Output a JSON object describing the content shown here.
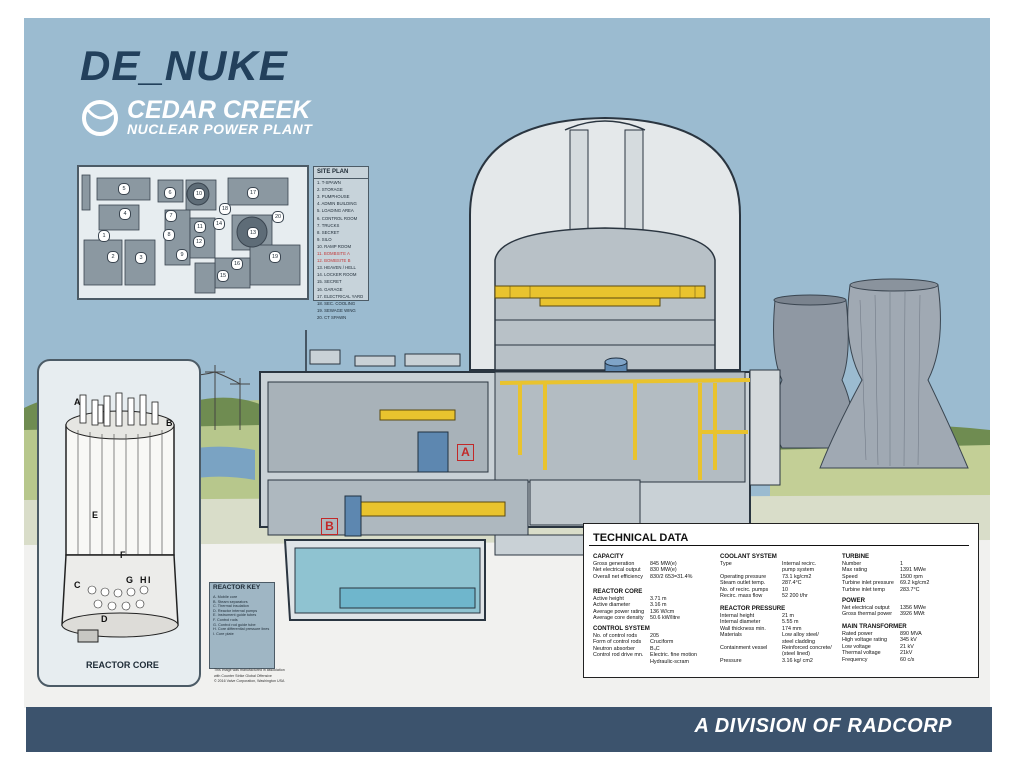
{
  "header": {
    "title": "DE_NUKE",
    "plant_name": "CEDAR CREEK",
    "plant_subtitle": "NUCLEAR POWER PLANT"
  },
  "site_plan": {
    "title": "SITE PLAN",
    "items": [
      {
        "label": "1. T-SPAWN",
        "highlight": false
      },
      {
        "label": "2. STORAGE",
        "highlight": false
      },
      {
        "label": "3. PUMPHOUSE",
        "highlight": false
      },
      {
        "label": "4. ADMIN BUILDING",
        "highlight": false
      },
      {
        "label": "5. LOADING AREA",
        "highlight": false
      },
      {
        "label": "6. CONTROL ROOM",
        "highlight": false
      },
      {
        "label": "7. TRUCKS",
        "highlight": false
      },
      {
        "label": "8. SECRET",
        "highlight": false
      },
      {
        "label": "9. SILO",
        "highlight": false
      },
      {
        "label": "10. RAMP ROOM",
        "highlight": false
      },
      {
        "label": "11. BOMBSITE A",
        "highlight": true
      },
      {
        "label": "12. BOMBSITE B",
        "highlight": true
      },
      {
        "label": "13. HEAVEN / HELL",
        "highlight": false
      },
      {
        "label": "14. LOCKER ROOM",
        "highlight": false
      },
      {
        "label": "15. SECRET",
        "highlight": false
      },
      {
        "label": "16. GARAGE",
        "highlight": false
      },
      {
        "label": "17. ELECTRICAL YARD",
        "highlight": false
      },
      {
        "label": "18. SEC. COOLING",
        "highlight": false
      },
      {
        "label": "19. SEWAGE WING",
        "highlight": false
      },
      {
        "label": "20. CT SPAWN",
        "highlight": false
      }
    ],
    "map_numbers": [
      "1",
      "2",
      "3",
      "4",
      "5",
      "6",
      "7",
      "8",
      "9",
      "10",
      "11",
      "12",
      "13",
      "14",
      "15",
      "16",
      "17",
      "18",
      "19",
      "20"
    ]
  },
  "reactor_core": {
    "label": "REACTOR CORE",
    "letters": [
      "A",
      "B",
      "C",
      "D",
      "E",
      "F",
      "G",
      "H",
      "I"
    ]
  },
  "reactor_key": {
    "title": "REACTOR KEY",
    "items": [
      "A. Mobile core",
      "B. Steam separators",
      "C. Thermal insulation",
      "D. Reactor internal pumps",
      "E. Instrument guide tubes",
      "F. Control rods",
      "G. Control rod guide tube",
      "H. Core differential pressure lines",
      "I. Core plate"
    ]
  },
  "building_markers": {
    "a": "A",
    "b": "B"
  },
  "credit_lines": [
    "This image was manufactured in association",
    "with Counter Strike Global Offensive",
    "© 2016 Valve Corporation, Washington USA"
  ],
  "technical": {
    "title": "TECHNICAL DATA",
    "capacity": {
      "title": "CAPACITY",
      "rows": [
        {
          "k": "Gross generation",
          "v": "845 MW(e)"
        },
        {
          "k": "Net electrical output",
          "v": "830 MW(e)"
        },
        {
          "k": "Overall net efficiency",
          "v": "830/2 653=31.4%"
        }
      ]
    },
    "reactor_core": {
      "title": "REACTOR CORE",
      "rows": [
        {
          "k": "Active height",
          "v": "3.71 m"
        },
        {
          "k": "Active diameter",
          "v": "3.16 m"
        },
        {
          "k": "Average power rating",
          "v": "136 W/cm"
        },
        {
          "k": "Average core density",
          "v": "50.6 kW/litre"
        }
      ]
    },
    "control_system": {
      "title": "CONTROL SYSTEM",
      "rows": [
        {
          "k": "No. of control rods",
          "v": "205"
        },
        {
          "k": "Form of control rods",
          "v": "Cruciform"
        },
        {
          "k": "Neutron absorber",
          "v": "B₄C"
        },
        {
          "k": "Control rod drive mn.",
          "v": "Electric. fine motion"
        },
        {
          "k": "",
          "v": "Hydraulic-scram"
        }
      ]
    },
    "coolant_system": {
      "title": "COOLANT SYSTEM",
      "rows": [
        {
          "k": "Type",
          "v": "Internal recirc."
        },
        {
          "k": "",
          "v": "pump system"
        },
        {
          "k": "Operating pressure",
          "v": "73.1 kg/cm2"
        },
        {
          "k": "Steam outlet temp.",
          "v": "287.4°C"
        },
        {
          "k": "No. of recirc. pumps",
          "v": "10"
        },
        {
          "k": "Recirc. mass flow",
          "v": "52 200 t/hr"
        }
      ]
    },
    "reactor_pressure": {
      "title": "REACTOR PRESSURE",
      "rows": [
        {
          "k": "Internal height",
          "v": "21 m"
        },
        {
          "k": "Internal diameter",
          "v": "5.55 m"
        },
        {
          "k": "Wall thickness min.",
          "v": "174 mm"
        },
        {
          "k": "Materials",
          "v": "Low alloy steel/"
        },
        {
          "k": "",
          "v": "steel cladding"
        },
        {
          "k": "Containment vessel",
          "v": "Reinforced concrete/"
        },
        {
          "k": "",
          "v": "(steel lined)"
        },
        {
          "k": "Pressure",
          "v": "3.16 kg/ cm2"
        }
      ]
    },
    "turbine": {
      "title": "TURBINE",
      "rows": [
        {
          "k": "Number",
          "v": "1"
        },
        {
          "k": "Max rating",
          "v": "1391 MWe"
        },
        {
          "k": "Speed",
          "v": "1500 rpm"
        },
        {
          "k": "Turbine inlet pressure",
          "v": "69.2 kg/cm2"
        },
        {
          "k": "Turbine inlet temp",
          "v": "283.7°C"
        }
      ]
    },
    "power": {
      "title": "POWER",
      "rows": [
        {
          "k": "Net electrical output",
          "v": "1356 MWe"
        },
        {
          "k": "Gross thermal power",
          "v": "3926 MWt"
        }
      ]
    },
    "main_transformer": {
      "title": "MAIN TRANSFORMER",
      "rows": [
        {
          "k": "Rated power",
          "v": "890 MVA"
        },
        {
          "k": "High voltage rating",
          "v": "345 kV"
        },
        {
          "k": "Low voltage",
          "v": "21 kV"
        },
        {
          "k": "Thermal voltage",
          "v": "21kV"
        },
        {
          "k": "Frequency",
          "v": "60 c/s"
        }
      ]
    }
  },
  "footer": {
    "banner": "A DIVISION OF RADCORP"
  },
  "colors": {
    "sky": "#9bbbd0",
    "banner": "#3c536d",
    "title": "#22405c",
    "highlight_red": "#c22828",
    "crane_yellow": "#e9c32e"
  }
}
